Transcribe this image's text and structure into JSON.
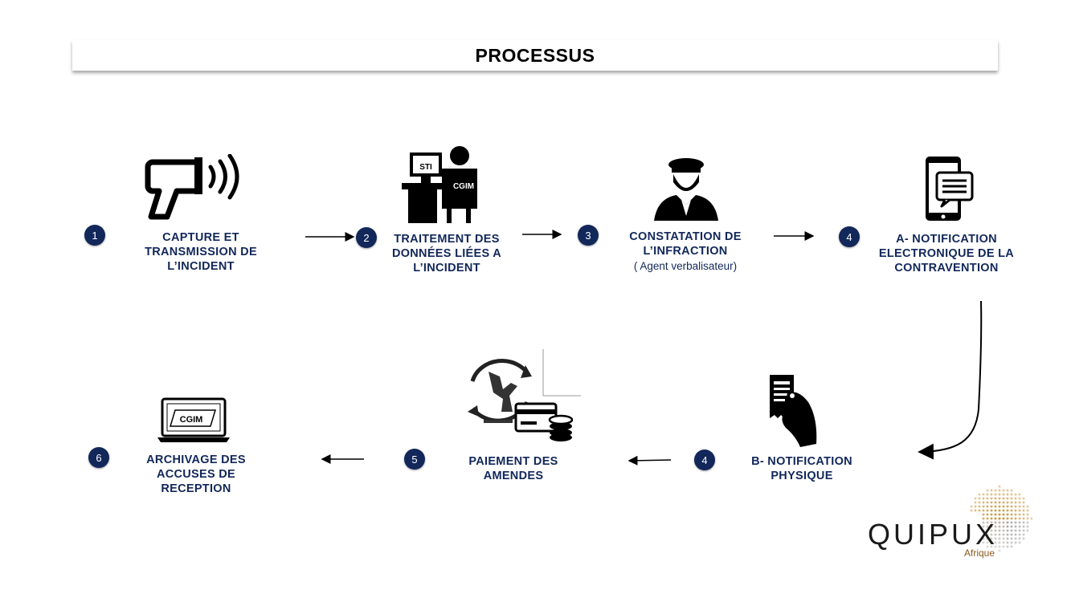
{
  "title": "PROCESSUS",
  "steps": [
    {
      "number": "1",
      "lines": [
        "CAPTURE ET",
        "TRANSMISSION DE",
        "L’INCIDENT"
      ]
    },
    {
      "number": "2",
      "lines": [
        "TRAITEMENT DES",
        "DONNÉES LIÉES A",
        "L’INCIDENT"
      ],
      "icon_texts": [
        "STI",
        "CGIM"
      ]
    },
    {
      "number": "3",
      "lines": [
        "CONSTATATION DE",
        "L’INFRACTION"
      ],
      "sub": "( Agent verbalisateur)"
    },
    {
      "number": "4",
      "lines": [
        "A- NOTIFICATION",
        "ELECTRONIQUE DE LA",
        "CONTRAVENTION"
      ]
    },
    {
      "number": "4",
      "lines": [
        "B- NOTIFICATION",
        "PHYSIQUE"
      ]
    },
    {
      "number": "5",
      "lines": [
        "PAIEMENT DES",
        "AMENDES"
      ]
    },
    {
      "number": "6",
      "lines": [
        "ARCHIVAGE DES",
        "ACCUSES DE",
        "RECEPTION"
      ],
      "icon_texts": [
        "CGIM"
      ]
    }
  ],
  "icons": [
    "radar-gun-icon",
    "operator-computer-icon",
    "police-officer-icon",
    "smartphone-message-icon",
    "hand-receipt-icon",
    "payment-cycle-icon",
    "laptop-icon"
  ],
  "logo": {
    "name": "QUIPUX",
    "sub": "Afrique"
  },
  "colors": {
    "navy": "#12275a",
    "logo_gold": "#c8923a"
  }
}
